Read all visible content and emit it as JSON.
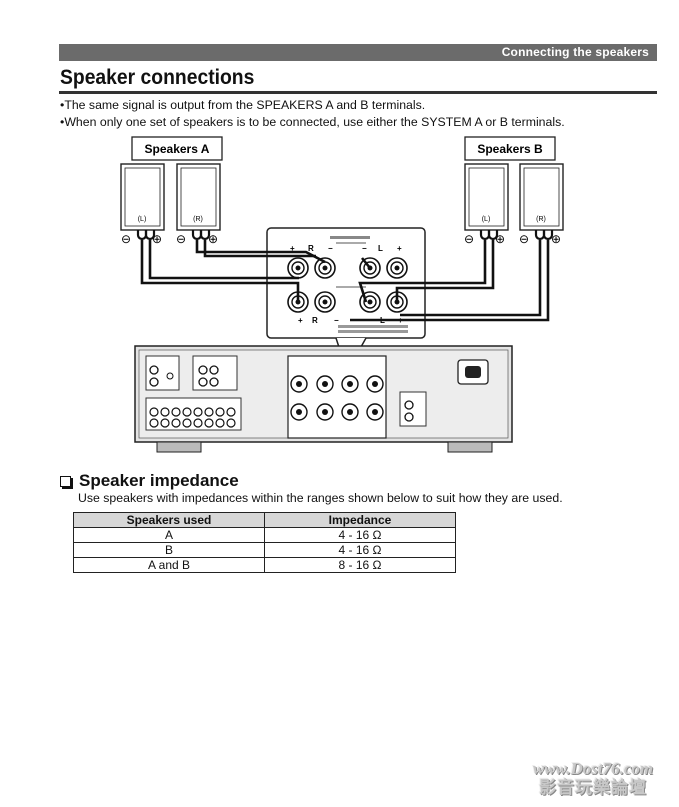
{
  "header": {
    "section_label": "Connecting the speakers"
  },
  "page": {
    "title": "Speaker connections"
  },
  "bullets": [
    "The same signal is output from the SPEAKERS A and B terminals.",
    "When only one set of speakers is to be connected, use either the SYSTEM A or B terminals."
  ],
  "diagram": {
    "group_a_label": "Speakers A",
    "group_b_label": "Speakers B",
    "speaker_left_label": "(L)",
    "speaker_right_label": "(R)",
    "minus_symbol": "⊖",
    "plus_symbol": "⊕",
    "plus": "+",
    "minus": "−",
    "R": "R",
    "L": "L"
  },
  "impedance": {
    "title": "Speaker impedance",
    "description": "Use speakers with impedances within the ranges shown below to suit how they are used.",
    "headers": [
      "Speakers used",
      "Impedance"
    ],
    "rows": [
      [
        "A",
        "4 - 16 Ω"
      ],
      [
        "B",
        "4 - 16 Ω"
      ],
      [
        "A and B",
        "8 - 16 Ω"
      ]
    ]
  },
  "watermark": {
    "line1": "www.Dost76.com",
    "line2": "影音玩樂論壇"
  }
}
